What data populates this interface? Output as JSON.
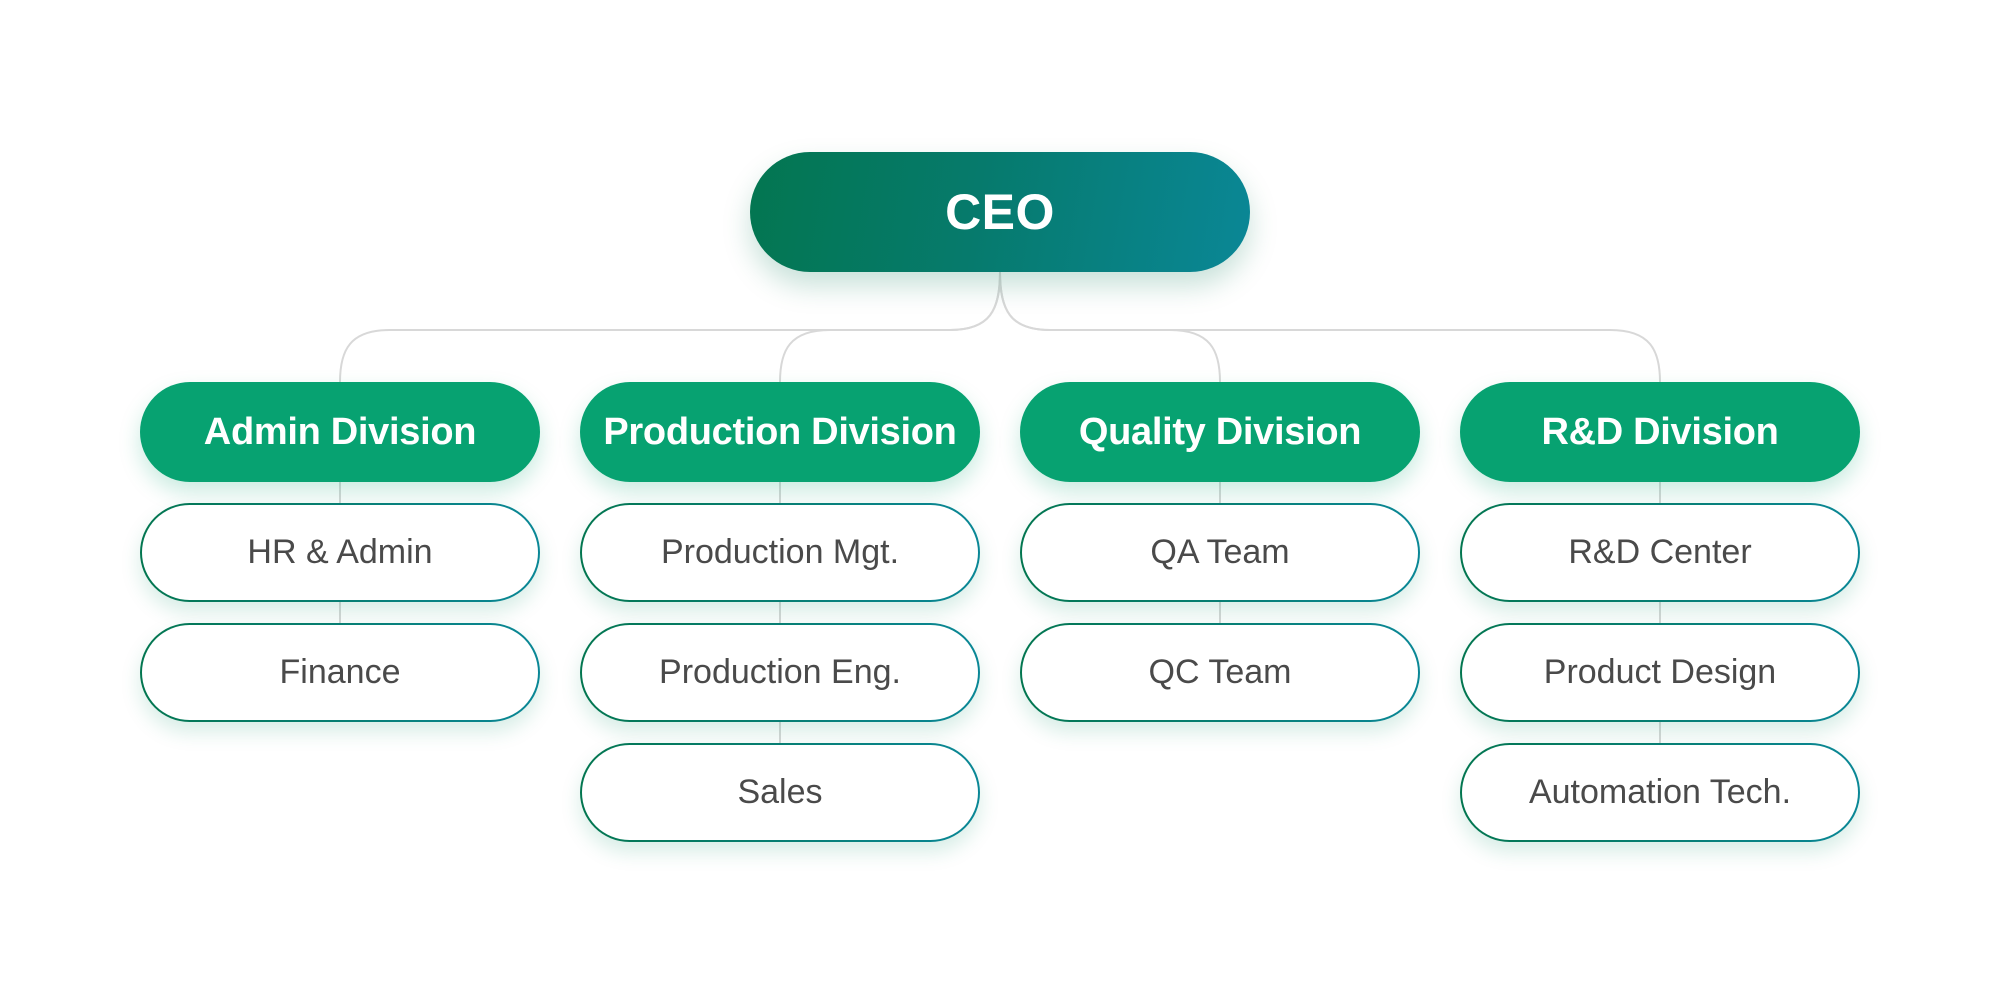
{
  "chart": {
    "title": "",
    "root": {
      "label": "CEO"
    },
    "divisions": [
      {
        "label": "Admin Division",
        "units": [
          "HR & Admin",
          "Finance"
        ]
      },
      {
        "label": "Production Division",
        "units": [
          "Production Mgt.",
          "Production Eng.",
          "Sales"
        ]
      },
      {
        "label": "Quality Division",
        "units": [
          "QA Team",
          "QC Team"
        ]
      },
      {
        "label": "R&D Division",
        "units": [
          "R&D Center",
          "Product Design",
          "Automation Tech."
        ]
      }
    ]
  },
  "colors": {
    "root_gradient_start": "#037650",
    "root_gradient_end": "#0a8796",
    "division_fill": "#07a271",
    "unit_border_start": "#037650",
    "unit_border_end": "#0a8796",
    "unit_text": "#4a4a4a",
    "connector": "#d8d8d8",
    "background": "#ffffff"
  }
}
